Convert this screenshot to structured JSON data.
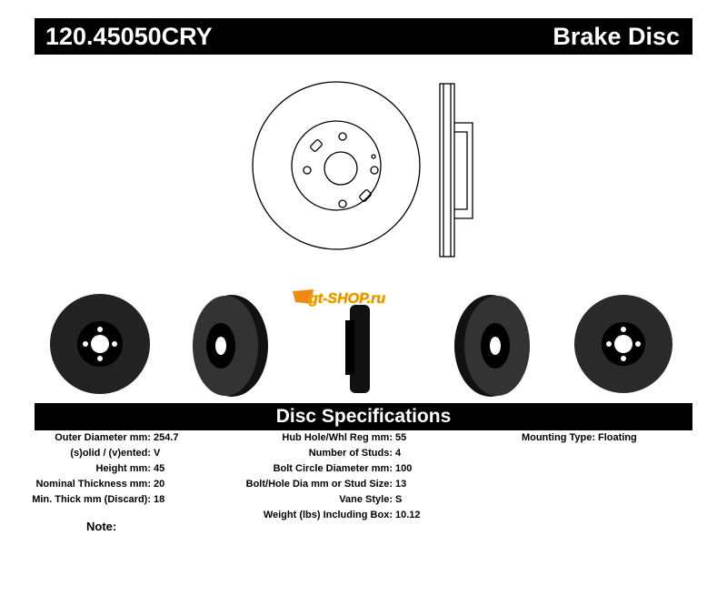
{
  "header": {
    "part_number": "120.45050CRY",
    "title": "Brake Disc"
  },
  "logo": {
    "text": "gt-shop.ru"
  },
  "specs_title": "Disc Specifications",
  "col1": [
    {
      "label": "Outer Diameter mm:",
      "value": "254.7"
    },
    {
      "label": "(s)olid / (v)ented:",
      "value": "V"
    },
    {
      "label": "Height mm:",
      "value": "45"
    },
    {
      "label": "Nominal Thickness mm:",
      "value": "20"
    },
    {
      "label": "Min. Thick mm (Discard):",
      "value": "18"
    }
  ],
  "col2": [
    {
      "label": "Hub Hole/Whl Reg mm:",
      "value": "55"
    },
    {
      "label": "Number of Studs:",
      "value": "4"
    },
    {
      "label": "Bolt Circle Diameter mm:",
      "value": "100"
    },
    {
      "label": "Bolt/Hole Dia mm or Stud Size:",
      "value": "13"
    },
    {
      "label": "Vane Style:",
      "value": "S"
    },
    {
      "label": "Weight (lbs) Including Box:",
      "value": "10.12"
    }
  ],
  "col3": [
    {
      "label": "Mounting Type:",
      "value": "Floating"
    }
  ],
  "note_label": "Note:"
}
